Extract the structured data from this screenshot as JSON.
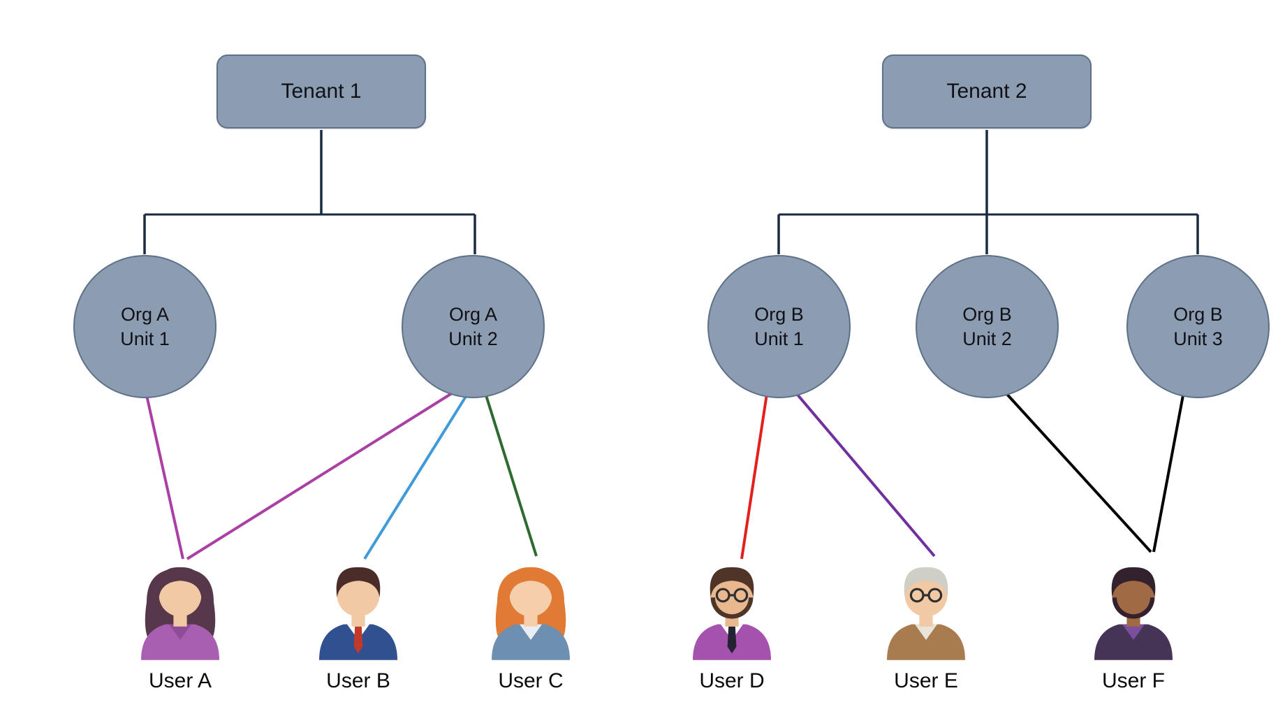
{
  "diagram": {
    "tenants": [
      {
        "label": "Tenant 1"
      },
      {
        "label": "Tenant 2"
      }
    ],
    "org_units": [
      {
        "label_line1": "Org A",
        "label_line2": "Unit 1"
      },
      {
        "label_line1": "Org A",
        "label_line2": "Unit 2"
      },
      {
        "label_line1": "Org B",
        "label_line2": "Unit 1"
      },
      {
        "label_line1": "Org B",
        "label_line2": "Unit 2"
      },
      {
        "label_line1": "Org B",
        "label_line2": "Unit 3"
      }
    ],
    "users": [
      {
        "label": "User A",
        "avatar": {
          "skin": "#f1c9a5",
          "hair": "#57374a",
          "shirt": "#a85fb2",
          "collar": "#8f4c98",
          "long_hair": true
        }
      },
      {
        "label": "User B",
        "avatar": {
          "skin": "#f1c9a5",
          "hair": "#4a2c28",
          "shirt": "#31508f",
          "collar": "#ffffff",
          "tie": "#c0392b"
        }
      },
      {
        "label": "User C",
        "avatar": {
          "skin": "#f5cfab",
          "hair": "#e07a35",
          "shirt": "#6d8fb0",
          "collar": "#e8eef4",
          "long_hair": true
        }
      },
      {
        "label": "User D",
        "avatar": {
          "skin": "#e9b88f",
          "hair": "#4f3527",
          "shirt": "#a452ae",
          "collar": "#ffffff",
          "tie": "#222233",
          "beard": true,
          "glasses": true
        }
      },
      {
        "label": "User E",
        "avatar": {
          "skin": "#f1c9a5",
          "hair": "#cfcfc5",
          "shirt": "#a97c4f",
          "collar": "#e8e4d8",
          "glasses": true
        }
      },
      {
        "label": "User F",
        "avatar": {
          "skin": "#a06a44",
          "hair": "#33222e",
          "shirt": "#463457",
          "collar": "#7a4f9e",
          "beard": true
        }
      }
    ],
    "links": [
      {
        "from": "Org A Unit 1",
        "to": "User A",
        "color": "#aa3fa4"
      },
      {
        "from": "Org A Unit 2",
        "to": "User A",
        "color": "#aa3fa4"
      },
      {
        "from": "Org A Unit 2",
        "to": "User B",
        "color": "#3f9bd8"
      },
      {
        "from": "Org A Unit 2",
        "to": "User C",
        "color": "#2e6b30"
      },
      {
        "from": "Org B Unit 1",
        "to": "User D",
        "color": "#e3201b"
      },
      {
        "from": "Org B Unit 1",
        "to": "User E",
        "color": "#7030a0"
      },
      {
        "from": "Org B Unit 2",
        "to": "User F",
        "color": "#000000"
      },
      {
        "from": "Org B Unit 3",
        "to": "User F",
        "color": "#000000"
      }
    ],
    "colors": {
      "node_fill": "#8c9db1",
      "node_stroke": "#5d7189",
      "tree": "#1b2a41"
    }
  }
}
